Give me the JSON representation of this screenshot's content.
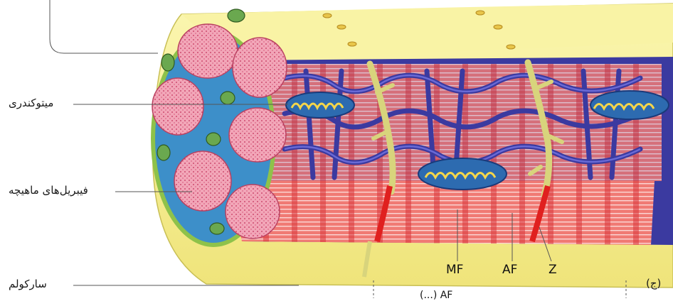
{
  "labels": {
    "mitochondria": "میتوکندری",
    "myofibrils": "فیبریل‌های ماهیچه",
    "sarcolemma": "سارکولم",
    "mf": "MF",
    "af": "AF",
    "z": "Z",
    "panel": "(ج)",
    "bottom_cut": "(...) AF"
  },
  "colors": {
    "sarcolemma_yellow": "#f6ef8f",
    "reticulum_blue": "#3b3aa0",
    "myofibril_pink": "#e8728e",
    "striation_red": "#e0403f",
    "mitochondria_green": "#6aa84f",
    "t_tubule": "#e6e29a"
  }
}
